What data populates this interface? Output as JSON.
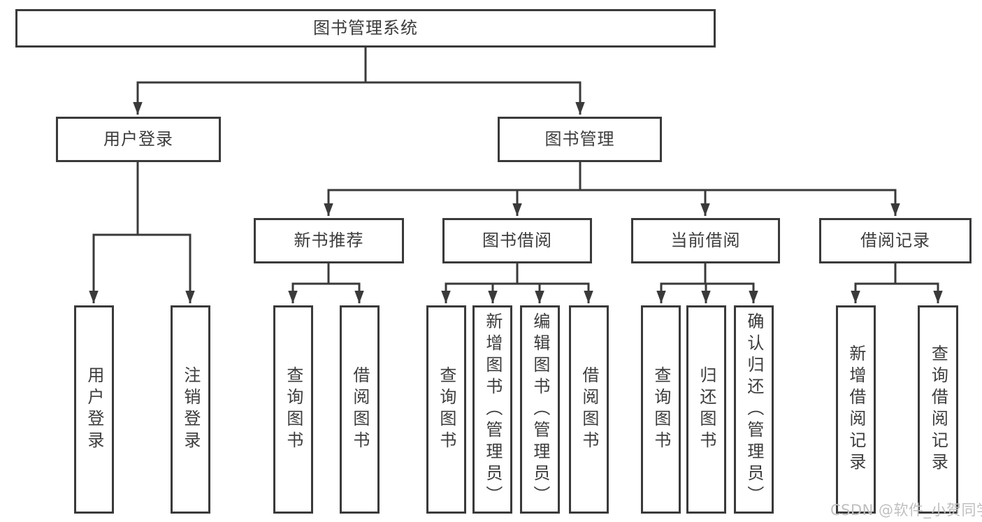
{
  "diagram": {
    "root": {
      "label": "图书管理系统"
    },
    "branches": [
      {
        "label": "用户登录",
        "children": [
          {
            "label": "用户登录"
          },
          {
            "label": "注销登录"
          }
        ]
      },
      {
        "label": "图书管理",
        "children": [
          {
            "label": "新书推荐",
            "children": [
              {
                "label": "查询图书"
              },
              {
                "label": "借阅图书"
              }
            ]
          },
          {
            "label": "图书借阅",
            "children": [
              {
                "label": "查询图书"
              },
              {
                "label": "新增图书（管理员）"
              },
              {
                "label": "编辑图书（管理员）"
              },
              {
                "label": "借阅图书"
              }
            ]
          },
          {
            "label": "当前借阅",
            "children": [
              {
                "label": "查询图书"
              },
              {
                "label": "归还图书"
              },
              {
                "label": "确认归还（管理员）"
              }
            ]
          },
          {
            "label": "借阅记录",
            "children": [
              {
                "label": "新增借阅记录"
              },
              {
                "label": "查询借阅记录"
              }
            ]
          }
        ]
      }
    ],
    "watermark": "CSDN @软件_小贺同学",
    "colors": {
      "line": "#3a3a3a",
      "text": "#3c3c3c",
      "background": "#ffffff",
      "watermark": "#bfbfbf"
    }
  }
}
